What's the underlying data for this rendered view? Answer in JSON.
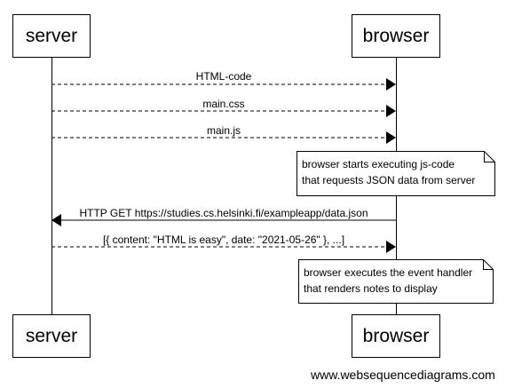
{
  "participants": {
    "left": "server",
    "right": "browser"
  },
  "messages": [
    {
      "label": "HTML-code",
      "from": "server",
      "to": "browser",
      "style": "dashed"
    },
    {
      "label": "main.css",
      "from": "server",
      "to": "browser",
      "style": "dashed"
    },
    {
      "label": "main.js",
      "from": "server",
      "to": "browser",
      "style": "dashed"
    },
    {
      "label": "HTTP GET https://studies.cs.helsinki.fi/exampleapp/data.json",
      "from": "browser",
      "to": "server",
      "style": "solid"
    },
    {
      "label": "[{ content: \"HTML is easy\", date: \"2021-05-26\" }, ...]",
      "from": "server",
      "to": "browser",
      "style": "dashed"
    }
  ],
  "notes": [
    {
      "lines": [
        "browser starts executing js-code",
        "that requests JSON data from server"
      ]
    },
    {
      "lines": [
        "browser executes the event handler",
        "that renders notes to display"
      ]
    }
  ],
  "watermark": "www.websequencediagrams.com"
}
